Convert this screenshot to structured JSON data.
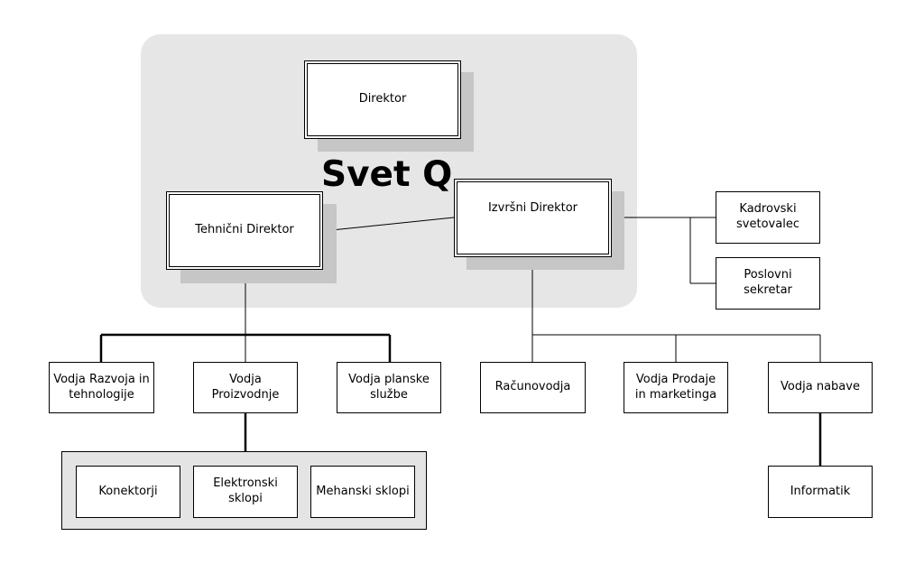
{
  "diagram": {
    "title": "Svet Q",
    "nodes": {
      "direktor": "Direktor",
      "tehnicni_direktor": "Tehnični Direktor",
      "izvrsni_direktor": "Izvršni Direktor",
      "kadrovski_svetovalec": "Kadrovski\nsvetovalec",
      "poslovni_sekretar": "Poslovni sekretar",
      "vodja_razvoja": "Vodja Razvoja in\ntehnologije",
      "vodja_proizvodnje": "Vodja Proizvodnje",
      "vodja_planske": "Vodja planske\nslužbe",
      "racunovodja": "Računovodja",
      "vodja_prodaje": "Vodja Prodaje\nin marketinga",
      "vodja_nabave": "Vodja nabave",
      "konektorji": "Konektorji",
      "elektronski_sklopi": "Elektronski sklopi",
      "mehanski_sklopi": "Mehanski sklopi",
      "informatik": "Informatik"
    },
    "colors": {
      "panel": "#e6e6e6",
      "shadow": "#c6c6c6",
      "line": "#000000",
      "box": "#ffffff"
    }
  }
}
